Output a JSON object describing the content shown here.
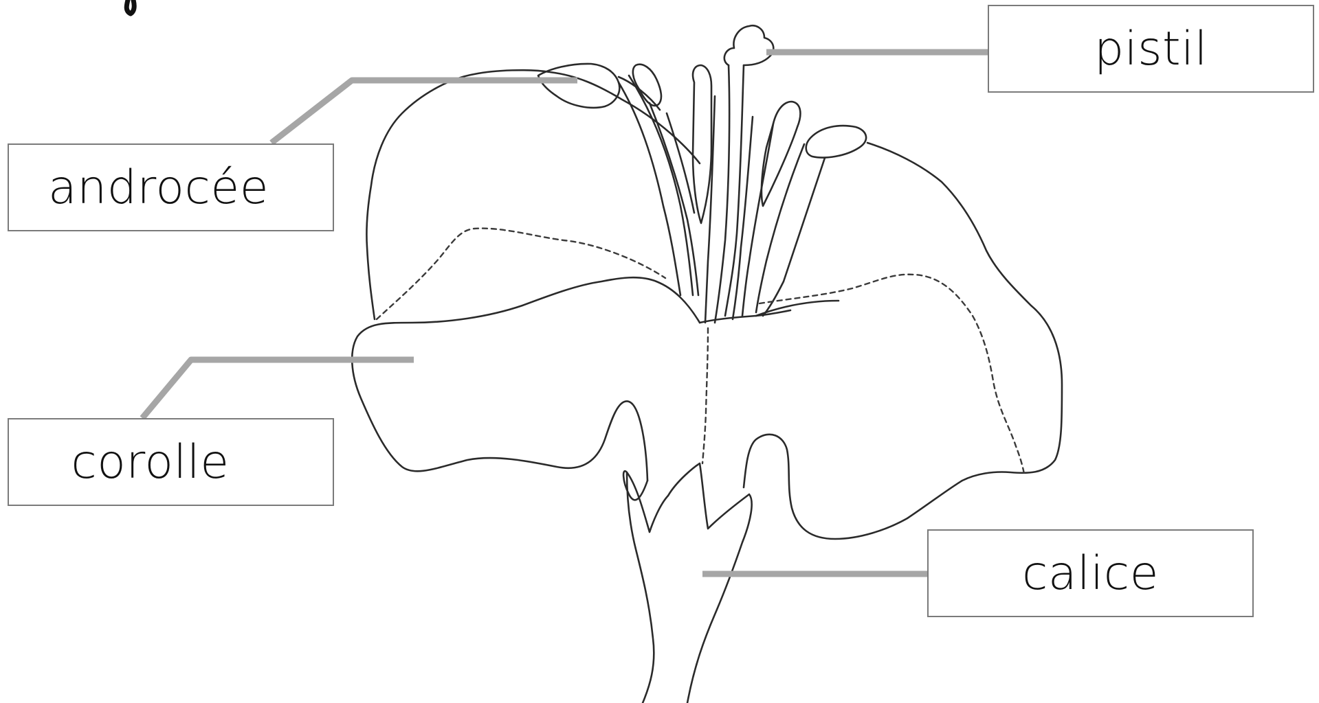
{
  "diagram": {
    "labels": {
      "pistil": "pistil",
      "androcee": "androcée",
      "corolle": "corolle",
      "calice": "calice"
    },
    "colors": {
      "outline": "#2a2a2a",
      "leader_line": "#a6a6a6",
      "box_border": "#7a7a7a",
      "background": "#ffffff"
    }
  }
}
